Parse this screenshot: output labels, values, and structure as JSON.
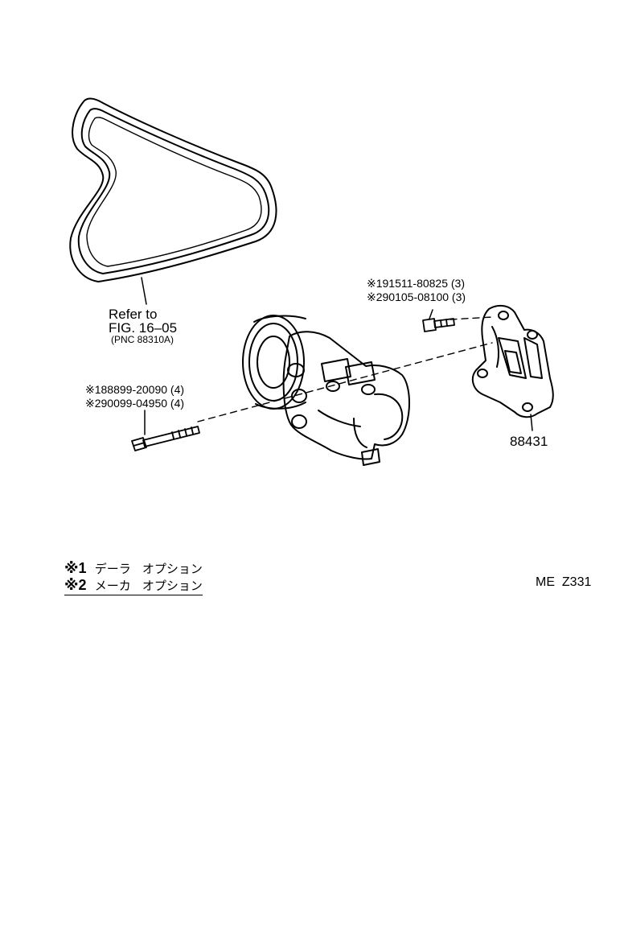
{
  "belt": {
    "ref_line1": "Refer to",
    "ref_line2": "FIG. 16–05",
    "ref_pnc": "(PNC 88310A)"
  },
  "bolt_long": {
    "part1": "※188899-20090 (4)",
    "part2": "※290099-04950 (4)"
  },
  "bolt_short": {
    "part1": "※191511-80825 (3)",
    "part2": "※290105-08100 (3)"
  },
  "bracket": {
    "part_number": "88431"
  },
  "legend": {
    "row1_key": "※1",
    "row1_text_a": "デーラ",
    "row1_text_b": "オプション",
    "row2_key": "※2",
    "row2_text_a": "メーカ",
    "row2_text_b": "オプション"
  },
  "figure_code": "ME  Z331"
}
